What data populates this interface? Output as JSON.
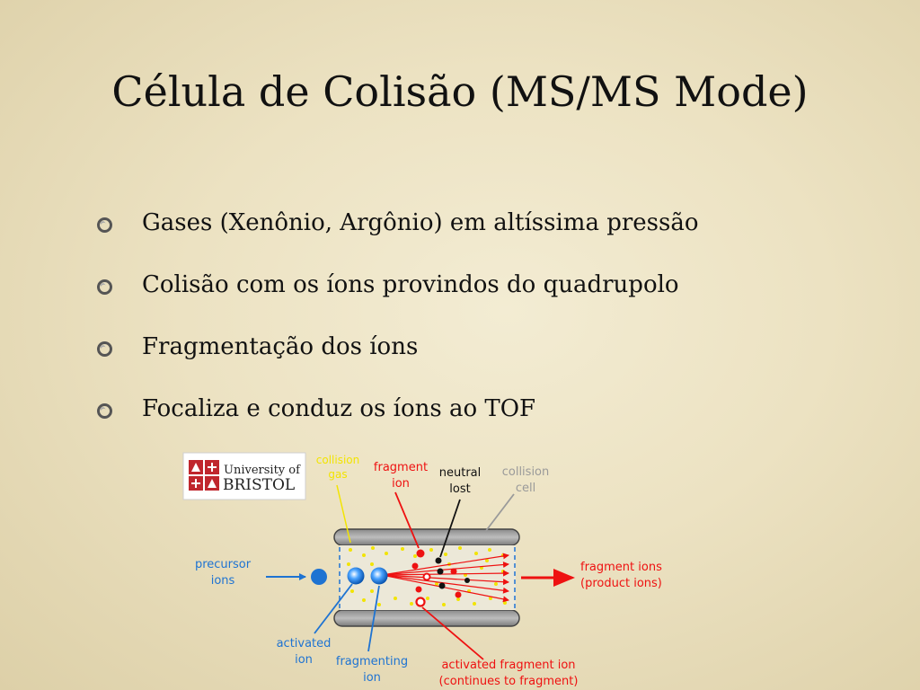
{
  "slide": {
    "title": "Célula de Colisão (MS/MS Mode)",
    "bullets": [
      "Gases (Xenônio, Argônio) em altíssima pressão",
      "Colisão com os íons provindos do quadrupolo",
      "Fragmentação dos íons",
      "Focaliza e conduz os íons ao TOF"
    ]
  },
  "logo": {
    "line1": "University of",
    "line2": "BRISTOL"
  },
  "diagram": {
    "labels": {
      "collision_gas_1": "collision",
      "collision_gas_2": "gas",
      "fragment_ion_1": "fragment",
      "fragment_ion_2": "ion",
      "neutral_lost_1": "neutral",
      "neutral_lost_2": "lost",
      "collision_cell_1": "collision",
      "collision_cell_2": "cell",
      "precursor_1": "precursor",
      "precursor_2": "ions",
      "fragment_ions_1": "fragment ions",
      "fragment_ions_2": "(product ions)",
      "activated_ion_1": "activated",
      "activated_ion_2": "ion",
      "fragmenting_ion_1": "fragmenting",
      "fragmenting_ion_2": "ion",
      "activated_fragment_1": "activated fragment ion",
      "activated_fragment_2": "(continues to fragment)"
    },
    "colors": {
      "blue": "#1e73d2",
      "red": "#ee1111",
      "yellow": "#f2e400",
      "gray": "#9a9a9a",
      "black": "#111111"
    }
  }
}
